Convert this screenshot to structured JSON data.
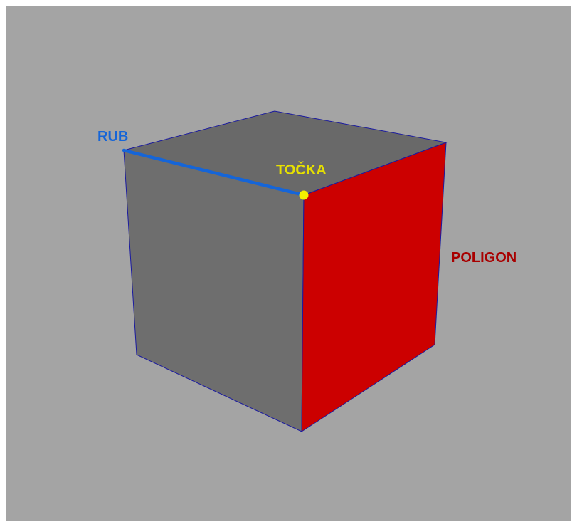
{
  "labels": {
    "edge": "RUB",
    "vertex": "TOČKA",
    "polygon": "POLIGON"
  },
  "colors": {
    "background": "#a4a4a4",
    "face_top": "#696969",
    "face_left": "#6e6e6e",
    "face_right": "#cc0000",
    "wire": "#1a1aa0",
    "edge_highlight": "#1565d8",
    "vertex_highlight": "#f3f000",
    "edge_label": "#1565d8",
    "vertex_label": "#e6e000",
    "polygon_label": "#a80000"
  }
}
